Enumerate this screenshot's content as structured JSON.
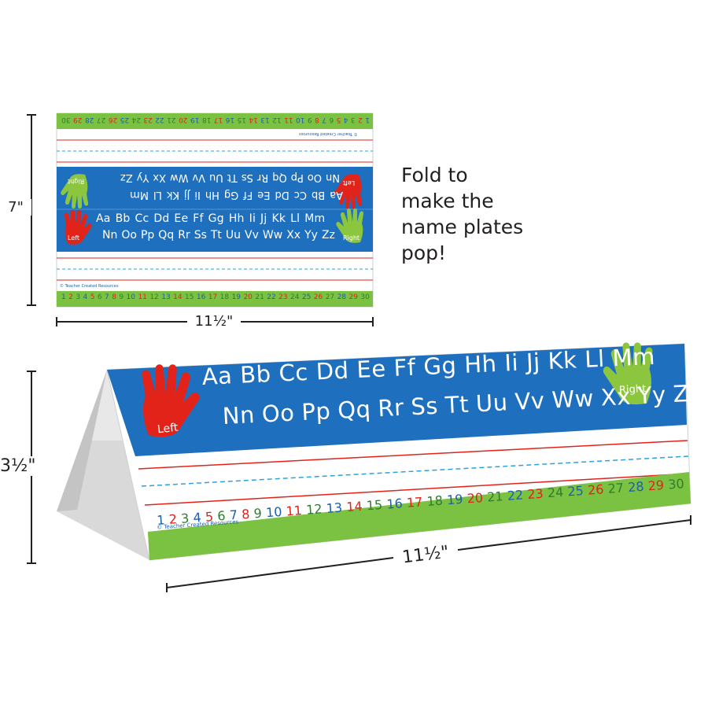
{
  "dimensions": {
    "flat_height": "7\"",
    "flat_width": "11½\"",
    "folded_height": "3½\"",
    "folded_width": "11½\""
  },
  "caption": {
    "lines": [
      "Fold to",
      "make the",
      "name plates",
      "pop!"
    ]
  },
  "nameplate": {
    "alphabet_row1": [
      "Aa",
      "Bb",
      "Cc",
      "Dd",
      "Ee",
      "Ff",
      "Gg",
      "Hh",
      "Ii",
      "Jj",
      "Kk",
      "Ll",
      "Mm"
    ],
    "alphabet_row2": [
      "Nn",
      "Oo",
      "Pp",
      "Qq",
      "Rr",
      "Ss",
      "Tt",
      "Uu",
      "Vv",
      "Ww",
      "Xx",
      "Yy",
      "Zz"
    ],
    "left_hand_label": "Left",
    "right_hand_label": "Right",
    "copyright": "© Teacher Created Resources",
    "numbers": [
      "1",
      "2",
      "3",
      "4",
      "5",
      "6",
      "7",
      "8",
      "9",
      "10",
      "11",
      "12",
      "13",
      "14",
      "15",
      "16",
      "17",
      "18",
      "19",
      "20",
      "21",
      "22",
      "23",
      "24",
      "25",
      "26",
      "27",
      "28",
      "29",
      "30"
    ],
    "colors": {
      "blue_band": "#1f6fbf",
      "green_band": "#7cc242",
      "red_hand": "#e2231a",
      "green_hand": "#8cc63f",
      "number_blue": "#1b5fae",
      "number_red": "#e2231a",
      "number_green": "#2e7d32",
      "guide_red": "#e2231a",
      "guide_blue_dash": "#29a3dd"
    }
  }
}
